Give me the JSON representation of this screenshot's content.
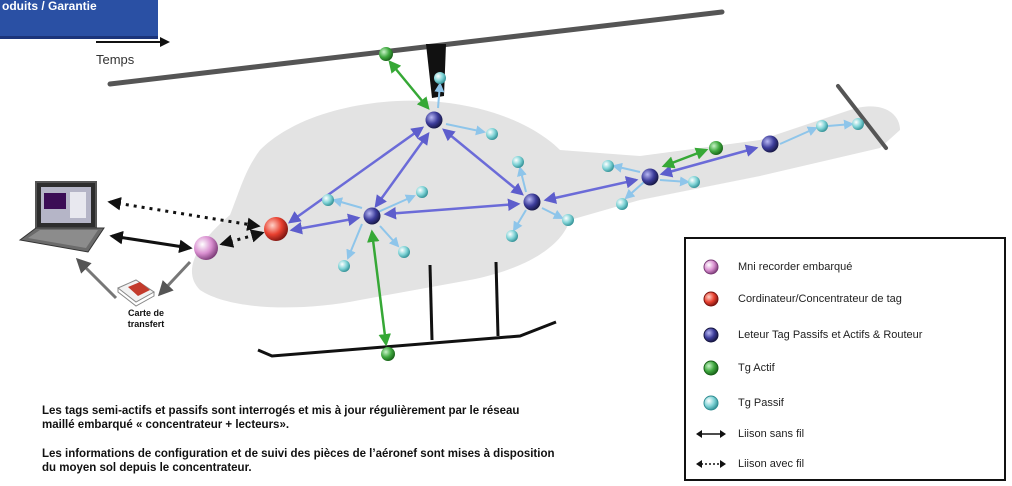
{
  "header": {
    "banner_text": "oduits / Garantie",
    "time_label": "Temps"
  },
  "diagram": {
    "card_label_line1": "Carte de",
    "card_label_line2": "transfert",
    "colors": {
      "recorder": "#d98fd0",
      "coordinator": "#e8402f",
      "reader": "#3c3c9a",
      "active_tag": "#3fa83f",
      "passive_tag": "#7fd3d6",
      "wireless_link_reader": "#6b6bd8",
      "wireless_link_active": "#36a836",
      "passive_link": "#8ec5ea",
      "body_fill": "#e3e3e3"
    }
  },
  "legend": {
    "items": [
      {
        "label": "Mni recorder embarqué",
        "icon": "recorder-circle-icon"
      },
      {
        "label": "Cordinateur/Concentrateur de tag",
        "icon": "coordinator-circle-icon"
      },
      {
        "label": "Leteur Tag Passifs et Actifs & Routeur",
        "icon": "reader-circle-icon"
      },
      {
        "label": "Tg Actif",
        "icon": "active-tag-circle-icon"
      },
      {
        "label": "Tg Passif",
        "icon": "passive-tag-circle-icon"
      },
      {
        "label": "Liison sans fil",
        "icon": "solid-double-arrow-icon"
      },
      {
        "label": "Liison avec fil",
        "icon": "dotted-double-arrow-icon"
      }
    ]
  },
  "caption": {
    "paragraph1_line1": "Les tags semi-actifs et passifs sont interrogés et mis à jour régulièrement par le réseau",
    "paragraph1_line2": "maillé embarqué « concentrateur + lecteurs».",
    "paragraph2_line1": "Les informations de configuration et de suivi des pièces de l’aéronef sont mises à disposition",
    "paragraph2_line2": "du moyen sol depuis le concentrateur."
  }
}
